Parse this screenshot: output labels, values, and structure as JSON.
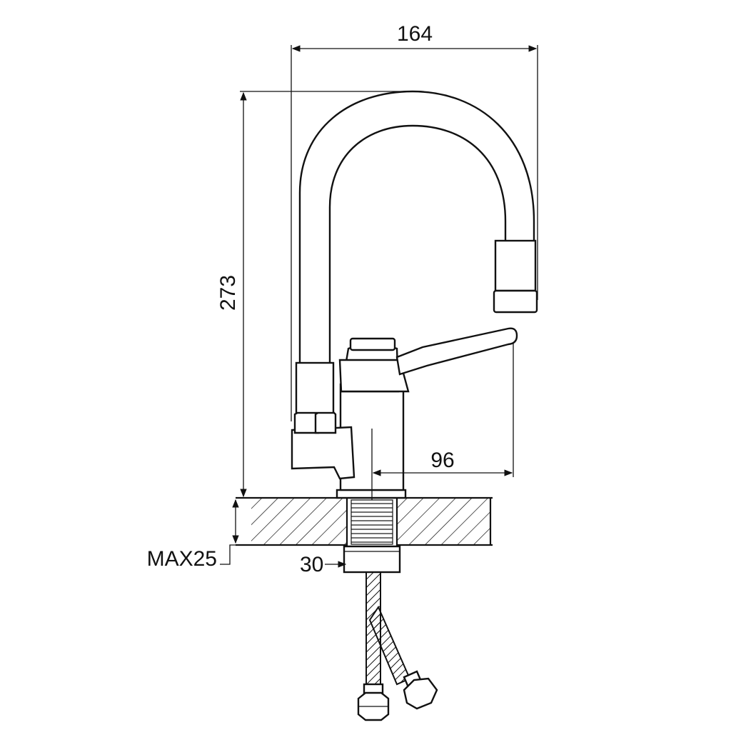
{
  "dimensions": {
    "width": "164",
    "height": "273",
    "spout_reach": "96",
    "max_thickness": "MAX25",
    "hole_diameter": "30"
  },
  "colors": {
    "line": "#111111",
    "background": "#ffffff"
  }
}
